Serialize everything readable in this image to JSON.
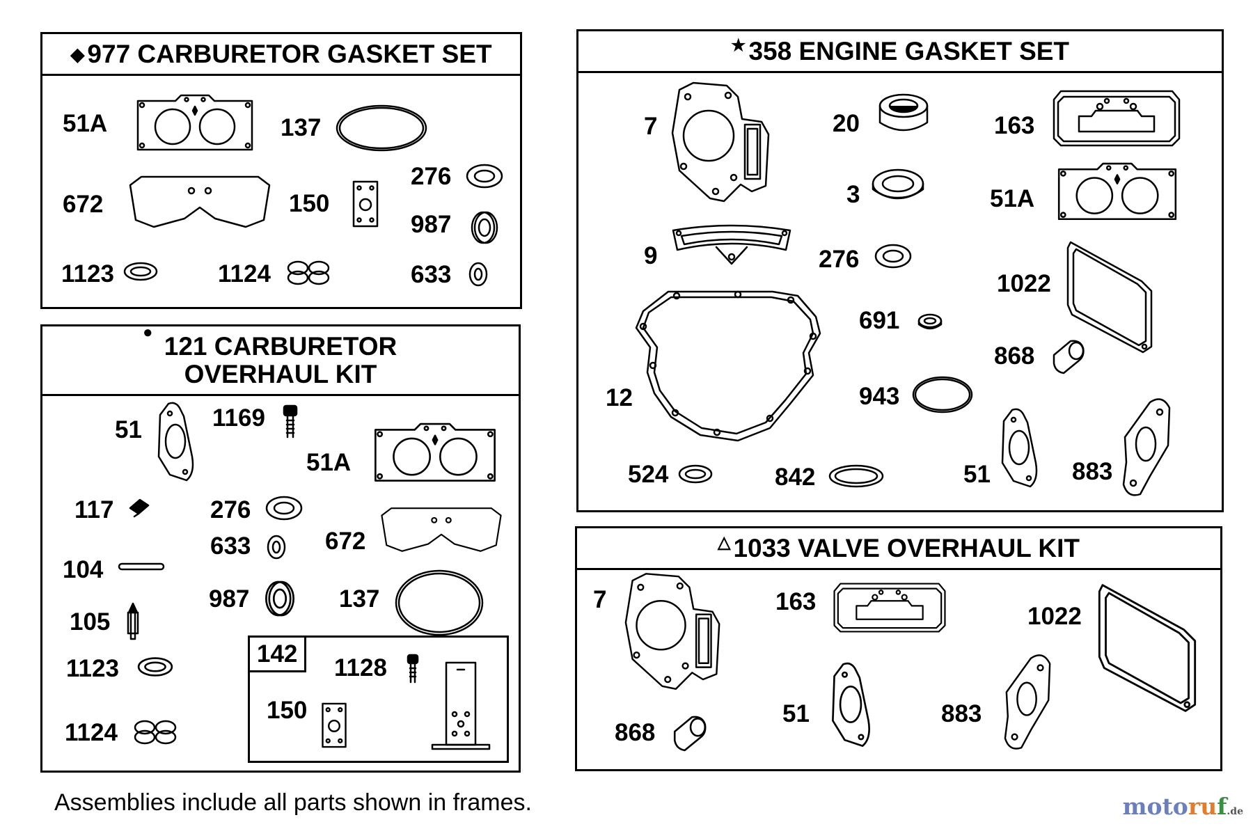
{
  "kits": {
    "carb_gasket": {
      "symbol": "◆",
      "title": "977 CARBURETOR GASKET SET"
    },
    "carb_overhaul": {
      "symbol": "●",
      "title_line1": "121 CARBURETOR",
      "title_line2": "OVERHAUL KIT"
    },
    "engine_gasket": {
      "symbol": "★",
      "title": "358 ENGINE GASKET SET"
    },
    "valve_overhaul": {
      "symbol": "△",
      "title": "1033 VALVE OVERHAUL KIT"
    }
  },
  "parts": {
    "cg": [
      "51A",
      "137",
      "672",
      "150",
      "276",
      "987",
      "1123",
      "1124",
      "633"
    ],
    "co": [
      "51",
      "1169",
      "51A",
      "117",
      "276",
      "633",
      "672",
      "104",
      "987",
      "137",
      "105",
      "1123",
      "1124"
    ],
    "co_sub": {
      "tag": "142",
      "items": [
        "1128",
        "150"
      ]
    },
    "eg": [
      "7",
      "20",
      "163",
      "3",
      "51A",
      "9",
      "276",
      "1022",
      "691",
      "868",
      "12",
      "943",
      "524",
      "842",
      "51",
      "883"
    ],
    "vo": [
      "7",
      "163",
      "1022",
      "51",
      "883",
      "868"
    ]
  },
  "footnote": "Assemblies include all parts shown in frames.",
  "logo": {
    "part1": "moto",
    "part2": "ru",
    "part3": "f",
    "part4": ".de"
  }
}
